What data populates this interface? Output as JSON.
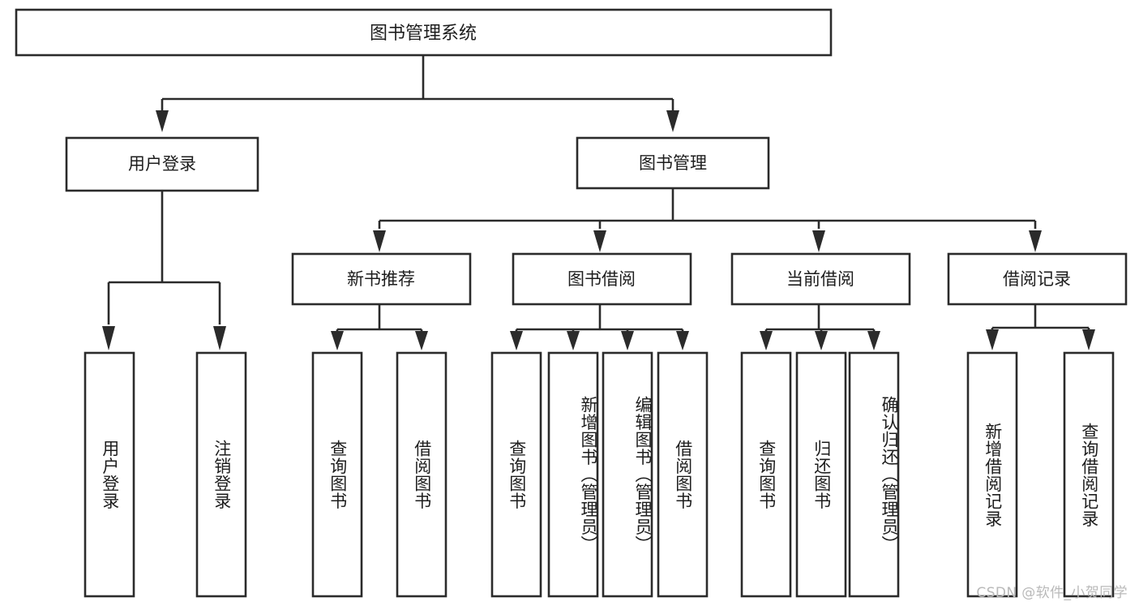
{
  "diagram": {
    "title": "图书管理系统",
    "watermark": "CSDN @软件_小贺同学",
    "type": "tree-hierarchy",
    "orientation": "top-down",
    "colors": {
      "stroke": "#2b2b2b",
      "fill": "#ffffff",
      "text": "#1d1d1d",
      "watermark": "#b9b9b9",
      "background": "#ffffff"
    },
    "root": {
      "label": "图书管理系统",
      "id": "root"
    },
    "level1": [
      {
        "id": "user-login",
        "label": "用户登录"
      },
      {
        "id": "book-manage",
        "label": "图书管理"
      }
    ],
    "level2": [
      {
        "id": "new-book-recommend",
        "label": "新书推荐",
        "parent": "book-manage"
      },
      {
        "id": "book-borrow",
        "label": "图书借阅",
        "parent": "book-manage"
      },
      {
        "id": "current-borrow",
        "label": "当前借阅",
        "parent": "book-manage"
      },
      {
        "id": "borrow-record",
        "label": "借阅记录",
        "parent": "book-manage"
      }
    ],
    "leaves": [
      {
        "id": "leaf-user-login",
        "label": "用户登录",
        "parent": "user-login"
      },
      {
        "id": "leaf-logout-login",
        "label": "注销登录",
        "parent": "user-login"
      },
      {
        "id": "leaf-query-book-1",
        "label": "查询图书",
        "parent": "new-book-recommend"
      },
      {
        "id": "leaf-borrow-book-1",
        "label": "借阅图书",
        "parent": "new-book-recommend"
      },
      {
        "id": "leaf-query-book-2",
        "label": "查询图书",
        "parent": "book-borrow"
      },
      {
        "id": "leaf-add-book",
        "label": "新增图书（管理员）",
        "parent": "book-borrow"
      },
      {
        "id": "leaf-edit-book",
        "label": "编辑图书（管理员）",
        "parent": "book-borrow"
      },
      {
        "id": "leaf-borrow-book-2",
        "label": "借阅图书",
        "parent": "book-borrow"
      },
      {
        "id": "leaf-query-book-3",
        "label": "查询图书",
        "parent": "current-borrow"
      },
      {
        "id": "leaf-return-book",
        "label": "归还图书",
        "parent": "current-borrow"
      },
      {
        "id": "leaf-confirm-return",
        "label": "确认归还（管理员）",
        "parent": "current-borrow"
      },
      {
        "id": "leaf-add-record",
        "label": "新增借阅记录",
        "parent": "borrow-record"
      },
      {
        "id": "leaf-query-record",
        "label": "查询借阅记录",
        "parent": "borrow-record"
      }
    ]
  }
}
